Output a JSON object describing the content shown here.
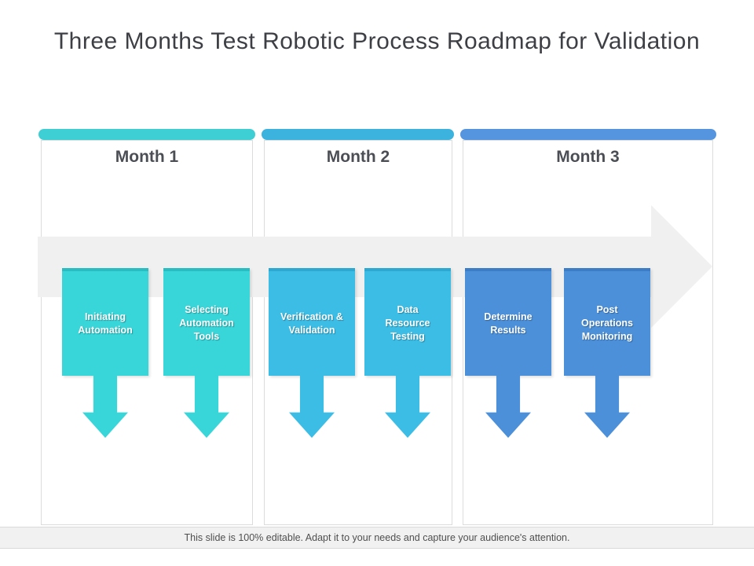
{
  "title": "Three Months Test Robotic Process Roadmap for Validation",
  "months": [
    {
      "label": "Month 1",
      "bar_color": "#3ecfd5"
    },
    {
      "label": "Month 2",
      "bar_color": "#3cb3df"
    },
    {
      "label": "Month 3",
      "bar_color": "#5595e0"
    }
  ],
  "steps": [
    {
      "month": "Month 1",
      "lines": [
        "Initiating",
        "Automation"
      ],
      "color": "#38d5d9"
    },
    {
      "month": "Month 1",
      "lines": [
        "Selecting",
        "Automation",
        "Tools"
      ],
      "color": "#38d5d9"
    },
    {
      "month": "Month 2",
      "lines": [
        "Verification &",
        "Validation"
      ],
      "color": "#3cbde6"
    },
    {
      "month": "Month 2",
      "lines": [
        "Data",
        "Resource",
        "Testing"
      ],
      "color": "#3cbde6"
    },
    {
      "month": "Month 3",
      "lines": [
        "Determine",
        "Results"
      ],
      "color": "#4c90da"
    },
    {
      "month": "Month 3",
      "lines": [
        "Post",
        "Operations",
        "Monitoring"
      ],
      "color": "#4c90da"
    }
  ],
  "timeline_arrow_color": "#f0f0f0",
  "footer": {
    "text": "This slide is 100% editable. Adapt it to your needs and capture your audience's attention."
  }
}
